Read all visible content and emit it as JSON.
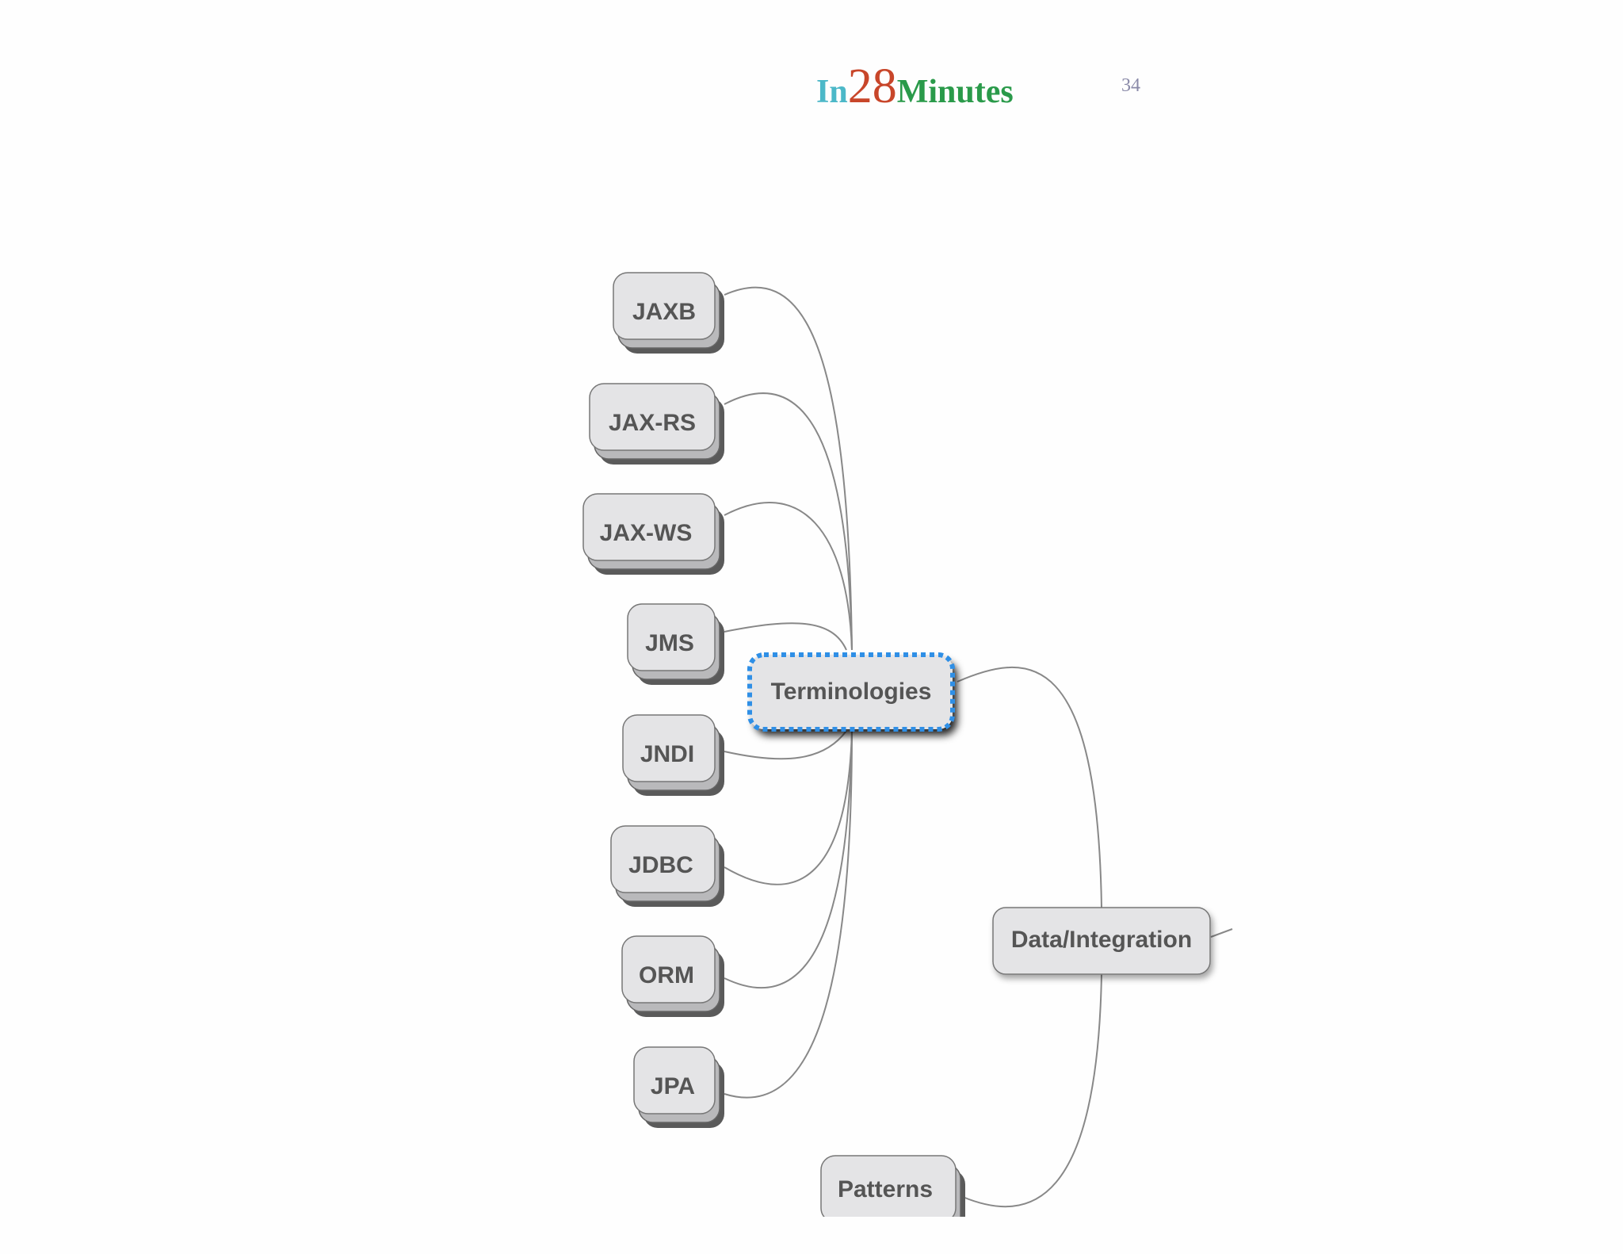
{
  "header": {
    "logo": {
      "part1": "In",
      "part2": "28",
      "part3": "Minutes"
    },
    "page_number": "34"
  },
  "colors": {
    "logo_in": "#4cb8c8",
    "logo_28": "#c8462a",
    "logo_minutes": "#2a9a4a",
    "node_fill": "#e4e4e6",
    "node_shadow": "#8a8a8a",
    "connector": "#888888",
    "selected_border": "#2f8fe6"
  },
  "mindmap": {
    "central": {
      "label": "Terminologies",
      "selected": true
    },
    "parent": {
      "label": "Data/Integration"
    },
    "sibling": {
      "label": "Patterns"
    },
    "children": [
      {
        "id": "jaxb",
        "label": "JAXB"
      },
      {
        "id": "jax-rs",
        "label": "JAX-RS"
      },
      {
        "id": "jax-ws",
        "label": "JAX-WS"
      },
      {
        "id": "jms",
        "label": "JMS"
      },
      {
        "id": "jndi",
        "label": "JNDI"
      },
      {
        "id": "jdbc",
        "label": "JDBC"
      },
      {
        "id": "orm",
        "label": "ORM"
      },
      {
        "id": "jpa",
        "label": "JPA"
      }
    ]
  }
}
